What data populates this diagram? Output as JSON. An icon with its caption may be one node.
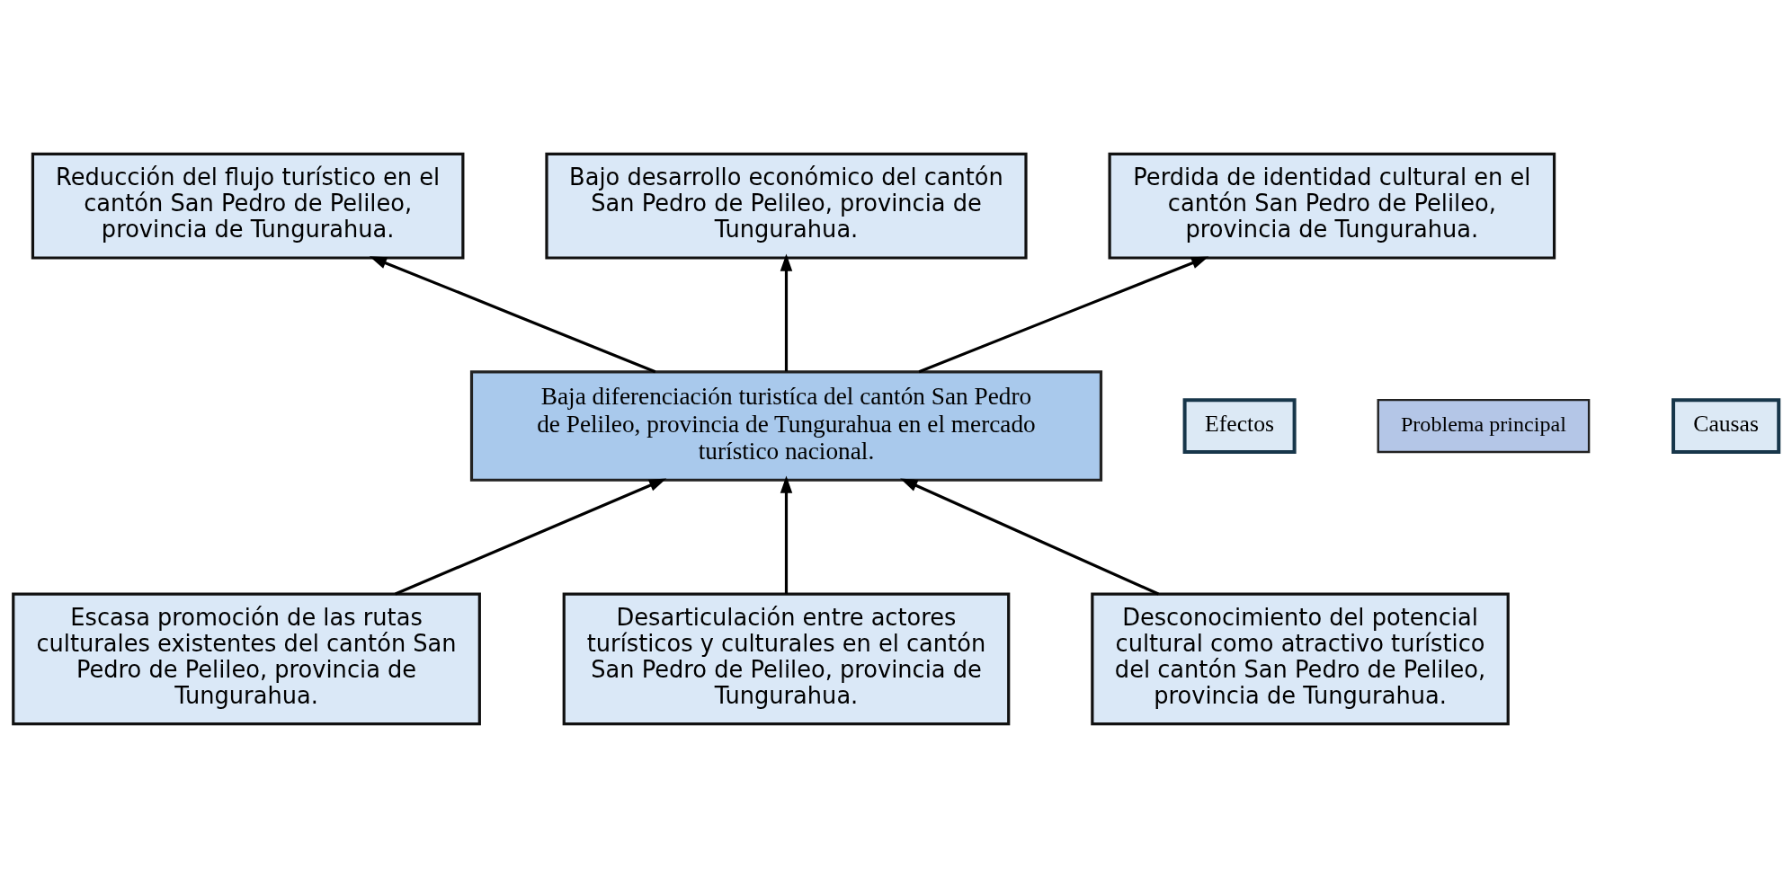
{
  "diagram": {
    "nodes": [
      {
        "text": [
          "Reducción del flujo turístico en el cantón San Pedro de Pelileo, provincia de Tungurahua."
        ]
      },
      {
        "text": [
          "Bajo desarrollo económico del cantón San Pedro de Pelileo, provincia de Tungurahua."
        ]
      },
      {
        "text": [
          "Perdida de identidad cultural en el cantón San Pedro de Pelileo, provincia de Tungurahua."
        ]
      },
      {
        "text": [
          "Efectos"
        ]
      },
      {
        "text": [
          "Baja diferenciación turistíca del cantón San Pedro de Pelileo, provincia de Tungurahua en el mercado turístico nacional."
        ]
      },
      {
        "text": [
          "Problema principal"
        ]
      },
      {
        "text": [
          "Causas"
        ]
      },
      {
        "text": [
          "Escasa promoción de las rutas culturales existentes del cantón San Pedro de Pelileo, provincia de Tungurahua."
        ]
      },
      {
        "text": [
          "Desarticulación entre actores turísticos y culturales en el cantón San Pedro de Pelileo, provincia de Tungurahua."
        ]
      },
      {
        "text": [
          "Desconocimiento del potencial cultural como atractivo turístico del cantón San Pedro de Pelileo, provincia de Tungurahua."
        ]
      }
    ],
    "edges": [
      {
        "from": 4,
        "to": 0,
        "arrow": "to"
      },
      {
        "from": 4,
        "to": 1,
        "arrow": "to"
      },
      {
        "from": 4,
        "to": 2,
        "arrow": "to"
      },
      {
        "from": 7,
        "to": 4,
        "arrow": "to"
      },
      {
        "from": 8,
        "to": 4,
        "arrow": "to"
      },
      {
        "from": 9,
        "to": 4,
        "arrow": "to"
      }
    ]
  }
}
